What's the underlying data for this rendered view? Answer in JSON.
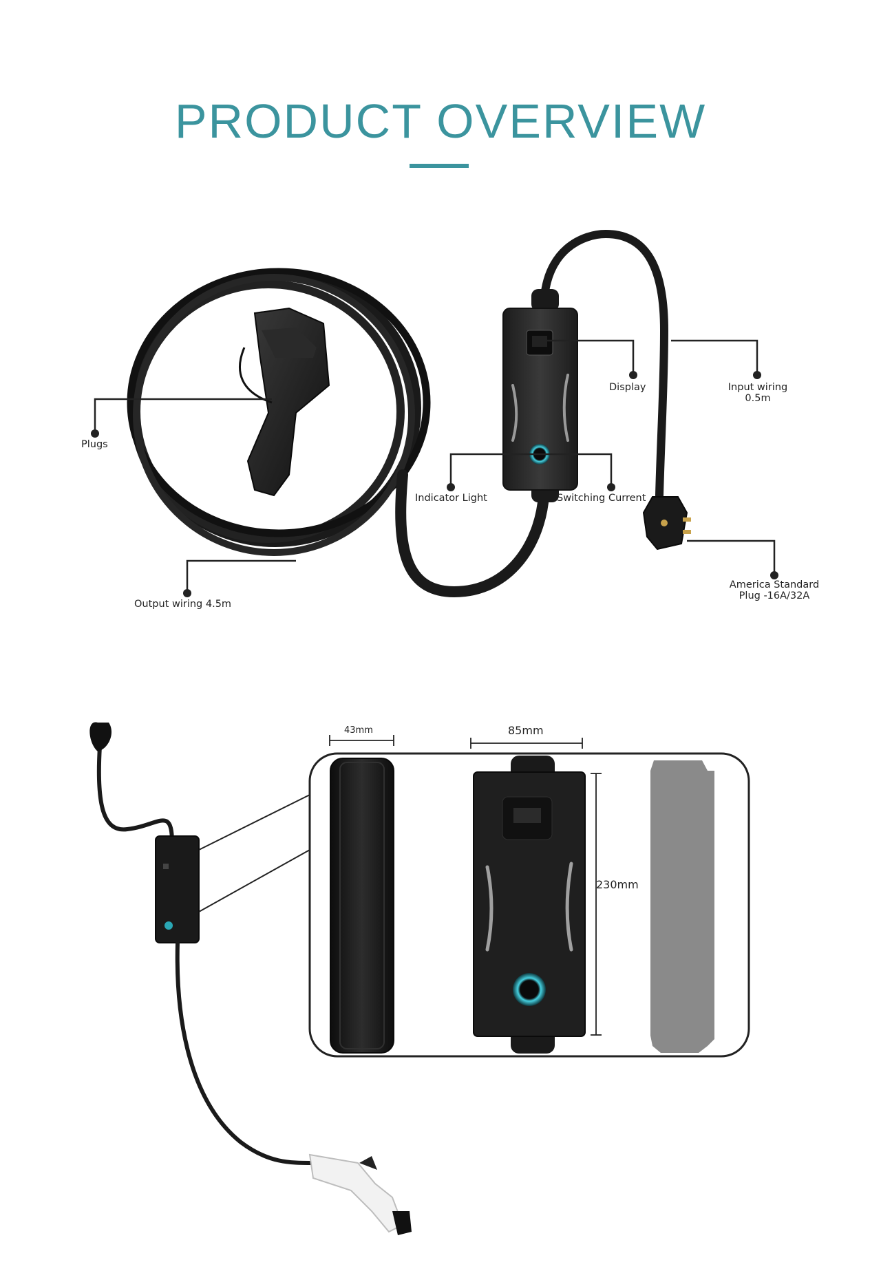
{
  "title": "PRODUCT OVERVIEW",
  "accent_color": "#3b949e",
  "callouts": {
    "display": "Display",
    "input_wiring_line1": "Input wiring",
    "input_wiring_line2": "0.5m",
    "plugs": "Plugs",
    "indicator_light": "Indicator Light",
    "switching_current": "Switching Current",
    "america_plug_line1": "America Standard",
    "america_plug_line2": "Plug -16A/32A",
    "output_wiring": "Output wiring 4.5m"
  },
  "dimensions": {
    "depth": "43mm",
    "width": "85mm",
    "height": "230mm"
  }
}
